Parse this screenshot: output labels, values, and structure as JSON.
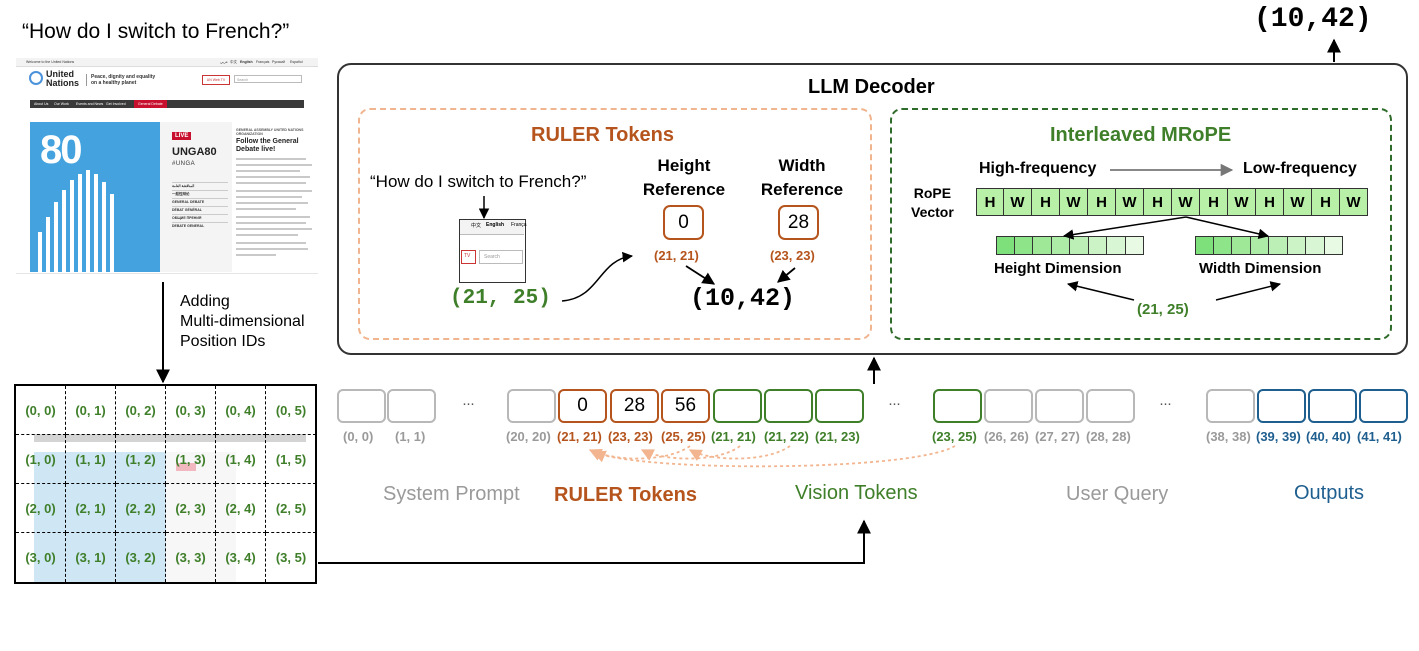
{
  "query_top": "“How do I switch to French?”",
  "output_top": "(10,42)",
  "adding_label": [
    "Adding",
    "Multi-dimensional",
    "Position IDs"
  ],
  "screenshot": {
    "topbar_left": "Welcome to the United Nations",
    "topbar_langs": [
      "عربي",
      "中文",
      "English",
      "Français",
      "Русский",
      "Español"
    ],
    "org_name": [
      "United",
      "Nations"
    ],
    "slogan": [
      "Peace, dignity and equality",
      "on a healthy planet"
    ],
    "watch_button": "UN Web TV",
    "search_placeholder": "Search",
    "nav": [
      "About Us",
      "Our Work",
      "Events and News",
      "Get Involved",
      "General Debate"
    ],
    "hero_number": "80",
    "live_badge": "LIVE",
    "event_title": "UNGA80",
    "hashtag": "#UNGA",
    "lang_lines": [
      "المناقشة العامة",
      "一般性辩论",
      "GENERAL DEBATE",
      "DÉBAT GÉNÉRAL",
      "ОБЩИЕ ПРЕНИЯ",
      "DEBATE GENERAL"
    ],
    "news_header": "GENERAL ASSEMBLY UNITED NATIONS ORGANIZATION",
    "news_title": [
      "Follow the General",
      "Debate live!"
    ]
  },
  "grid": {
    "rows": [
      [
        "(0, 0)",
        "(0, 1)",
        "(0, 2)",
        "(0, 3)",
        "(0, 4)",
        "(0, 5)"
      ],
      [
        "(1, 0)",
        "(1, 1)",
        "(1, 2)",
        "(1, 3)",
        "(1, 4)",
        "(1, 5)"
      ],
      [
        "(2, 0)",
        "(2, 1)",
        "(2, 2)",
        "(2, 3)",
        "(2, 4)",
        "(2, 5)"
      ],
      [
        "(3, 0)",
        "(3, 1)",
        "(3, 2)",
        "(3, 3)",
        "(3, 4)",
        "(3, 5)"
      ]
    ]
  },
  "decoder": {
    "title": "LLM Decoder",
    "ruler": {
      "title": "RULER Tokens",
      "query": "“How do I switch to French?”",
      "crop_langs": [
        "中文",
        "English",
        "França"
      ],
      "crop_tv": "TV",
      "crop_search": "Search",
      "height_label": [
        "Height",
        "Reference"
      ],
      "width_label": [
        "Width",
        "Reference"
      ],
      "height_value": "0",
      "width_value": "28",
      "height_pos": "(21, 21)",
      "width_pos": "(23, 23)",
      "element_pos": "(21, 25)",
      "result": "(10,42)"
    },
    "mrope": {
      "title": "Interleaved MRoPE",
      "high": "High-frequency",
      "low": "Low-frequency",
      "vector_label": [
        "RoPE",
        "Vector"
      ],
      "cells": [
        "H",
        "W",
        "H",
        "W",
        "H",
        "W",
        "H",
        "W",
        "H",
        "W",
        "H",
        "W",
        "H",
        "W"
      ],
      "height_dim": "Height Dimension",
      "width_dim": "Width Dimension",
      "pos": "(21, 25)"
    }
  },
  "sequence": {
    "dots": "···",
    "tokens": [
      {
        "text": "",
        "pos": "(0, 0)",
        "kind": "gray"
      },
      {
        "text": "",
        "pos": "(1, 1)",
        "kind": "gray"
      },
      {
        "text": "",
        "pos": "(20, 20)",
        "kind": "gray"
      },
      {
        "text": "0",
        "pos": "(21, 21)",
        "kind": "orange"
      },
      {
        "text": "28",
        "pos": "(23, 23)",
        "kind": "orange"
      },
      {
        "text": "56",
        "pos": "(25, 25)",
        "kind": "orange"
      },
      {
        "text": "",
        "pos": "(21, 21)",
        "kind": "green"
      },
      {
        "text": "",
        "pos": "(21, 22)",
        "kind": "green"
      },
      {
        "text": "",
        "pos": "(21, 23)",
        "kind": "green"
      },
      {
        "text": "",
        "pos": "(23, 25)",
        "kind": "green"
      },
      {
        "text": "",
        "pos": "(26, 26)",
        "kind": "gray"
      },
      {
        "text": "",
        "pos": "(27, 27)",
        "kind": "gray"
      },
      {
        "text": "",
        "pos": "(28, 28)",
        "kind": "gray"
      },
      {
        "text": "",
        "pos": "(38, 38)",
        "kind": "gray"
      },
      {
        "text": "",
        "pos": "(39, 39)",
        "kind": "blue"
      },
      {
        "text": "",
        "pos": "(40, 40)",
        "kind": "blue"
      },
      {
        "text": "",
        "pos": "(41, 41)",
        "kind": "blue"
      }
    ],
    "labels": {
      "system": "System Prompt",
      "ruler": "RULER Tokens",
      "vision": "Vision Tokens",
      "user": "User Query",
      "outputs": "Outputs"
    }
  },
  "colors": {
    "green": "#3f7f2a",
    "orange": "#b5541c",
    "gray": "#b8b8b8",
    "blue": "#1f5f8f",
    "ruler_border": "#f0b48e",
    "rope_green": "#b8f0a8"
  }
}
